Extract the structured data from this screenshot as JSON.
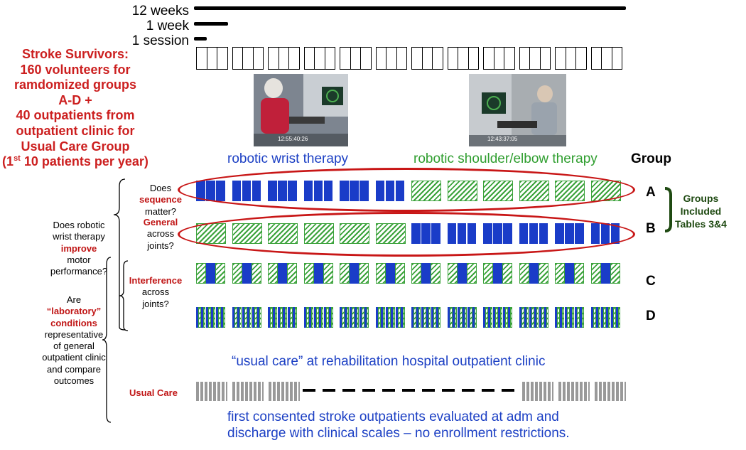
{
  "timeline": {
    "labels": [
      "12 weeks",
      "1 week",
      "1 session"
    ]
  },
  "participants": {
    "lines": [
      "Stroke Survivors:",
      "160 volunteers  for",
      "ramdomized groups",
      "A-D +",
      "40 outpatients from",
      "outpatient clinic for",
      "Usual Care Group"
    ],
    "note_prefix": "(1",
    "note_sup": "st",
    "note_suffix": " 10 patients per year)"
  },
  "photos": {
    "wrist_timestamp": "12:55:40:26",
    "shoulder_timestamp": "12:43:37:05"
  },
  "captions": {
    "wrist": "robotic wrist therapy",
    "shoulder": "robotic shoulder/elbow therapy",
    "group_header": "Group"
  },
  "questions": {
    "sequence": {
      "pre": "Does",
      "hl": "sequence",
      "post": "matter?"
    },
    "general": {
      "hl": "General",
      "post1": "across",
      "post2": "joints?"
    },
    "improve": {
      "pre1": "Does robotic",
      "pre2": "wrist therapy",
      "hl": "improve",
      "post1": "motor",
      "post2": "performance?"
    },
    "lab": {
      "pre": "Are",
      "hl1": "“laboratory”",
      "hl2": "conditions",
      "post": [
        "representative",
        "of general",
        "outpatient clinic",
        "and compare",
        "outcomes"
      ]
    },
    "interference": {
      "hl": "Interference",
      "post1": "across",
      "post2": "joints?"
    }
  },
  "groups": {
    "letters": [
      "A",
      "B",
      "C",
      "D"
    ],
    "bracket_label": [
      "Groups",
      "Included",
      "Tables 3&4"
    ]
  },
  "usual_care": {
    "heading": "“usual care” at rehabilitation hospital outpatient clinic",
    "row_label": "Usual Care",
    "footer_line1": "first consented stroke outpatients evaluated at adm and",
    "footer_line2": "discharge with clinical scales – no enrollment restrictions."
  },
  "colors": {
    "red": "#cc1f1f",
    "blue": "#1a3cc8",
    "green": "#3aa23a",
    "dark_green": "#1f4a12",
    "gray": "#999999"
  }
}
